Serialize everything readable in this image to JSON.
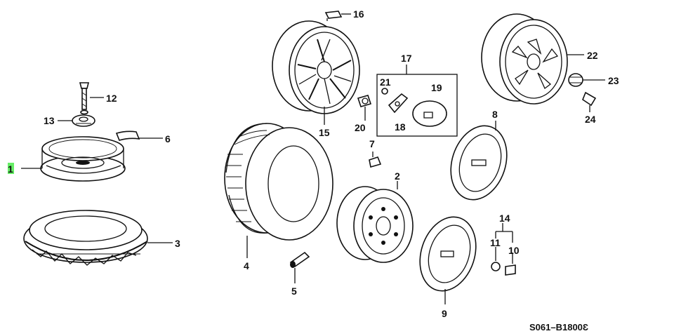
{
  "diagram": {
    "code": "S061–B1800Ɛ",
    "highlight_color": "#66ee66",
    "callouts": [
      "1",
      "2",
      "3",
      "4",
      "5",
      "6",
      "7",
      "8",
      "9",
      "10",
      "11",
      "12",
      "13",
      "14",
      "15",
      "16",
      "17",
      "18",
      "19",
      "20",
      "21",
      "22",
      "23",
      "24"
    ],
    "bracket_labels": {
      "label_17": "17",
      "label_14": "14"
    }
  }
}
